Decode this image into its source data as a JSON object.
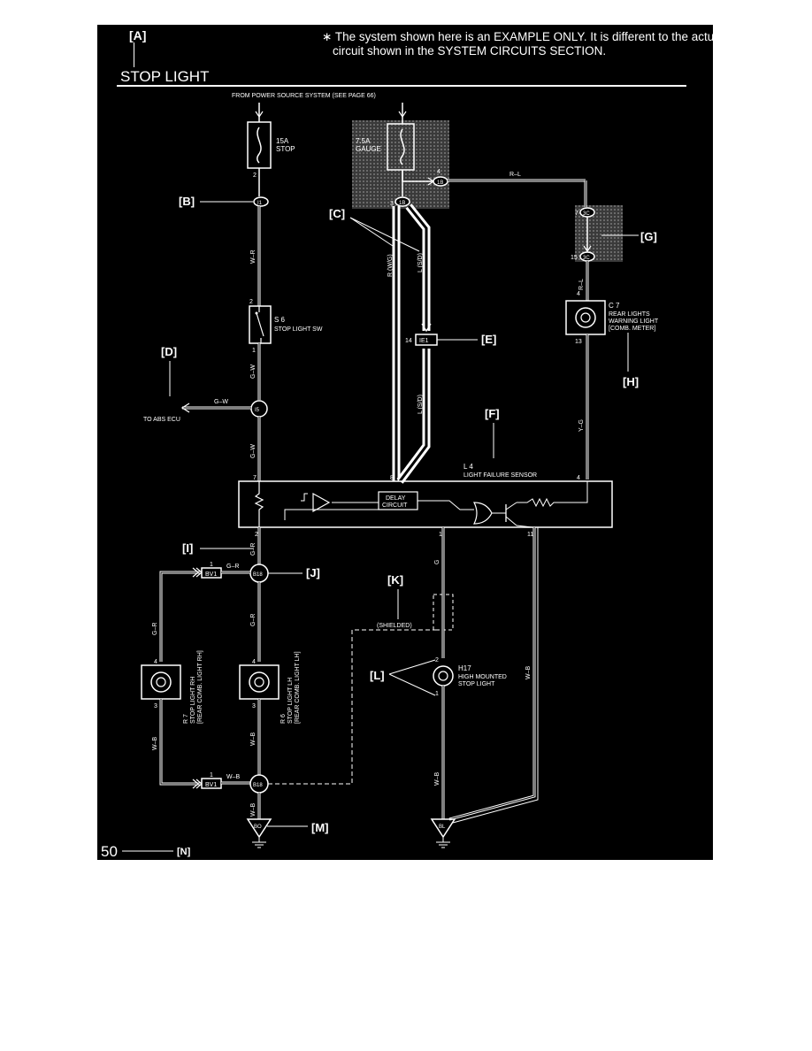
{
  "header": {
    "callout": "[A]",
    "note_line1": "∗ The system shown here is an EXAMPLE ONLY. It is different to the actual",
    "note_line2": "circuit shown in the SYSTEM CIRCUITS SECTION.",
    "title": "STOP LIGHT"
  },
  "colors": {
    "background": "#000000",
    "line": "#ffffff",
    "fuse_shade": "#4a4a4a"
  },
  "power_source": "FROM POWER SOURCE SYSTEM (SEE PAGE 66)",
  "fuses": [
    {
      "amps": "15A",
      "name": "STOP",
      "pin": "2"
    },
    {
      "amps": "7.5A",
      "name": "GAUGE"
    }
  ],
  "callouts": {
    "b": "[B]",
    "c": "[C]",
    "d": "[D]",
    "e": "[E]",
    "f": "[F]",
    "g": "[G]",
    "h": "[H]",
    "i": "[I]",
    "j": "[J]",
    "k": "[K]",
    "l": "[L]",
    "m": "[M]",
    "n": "[N]"
  },
  "connectors": {
    "ic1": "I1",
    "ib1": "1B",
    "ib2": "1B",
    "c3a": "3C",
    "c3b": "3C",
    "ie1": "IE1",
    "i5": "I5",
    "bv1a": "BV1",
    "bv1b": "BV1",
    "b18a": "B18",
    "b18b": "B18",
    "bo": "BO",
    "bl": "BL"
  },
  "pins": {
    "p4_1b": "4",
    "p3_1b": "3",
    "p7_3c": "7",
    "p15_3c": "15",
    "p2_sw": "2",
    "p1_sw": "1",
    "p14_ie1": "14",
    "p4_c7": "4",
    "p13_c7": "13",
    "p7_l4": "7",
    "p8_l4": "8",
    "p4_l4": "4",
    "p2_l4": "2",
    "p1_l4": "1",
    "p11_l4": "11",
    "p1_bv1a": "1",
    "p1_bv1b": "1",
    "p4_r7": "4",
    "p3_r7": "3",
    "p4_r6": "4",
    "p3_r6": "3",
    "p2_h17": "2",
    "p1_h17": "1"
  },
  "wires": {
    "wr": "W–R",
    "gw1": "G–W",
    "gw2": "G–W",
    "gw3": "G–W",
    "rwg": "R (W/G)",
    "lsd1": "L (S/D)",
    "lsd2": "L (S/D)",
    "rl1": "R–L",
    "rl2": "R–L",
    "yg": "Y–G",
    "gr1": "G–R",
    "gr2": "G–R",
    "gr3": "G–R",
    "gr4": "G–R",
    "g": "G",
    "wb1": "W–B",
    "wb2": "W–B",
    "wb3": "W–B",
    "wb4": "W–B",
    "wb5": "W–B",
    "wb6": "W–B"
  },
  "components": {
    "s6_code": "S 6",
    "s6_name": "STOP LIGHT SW",
    "c7_code": "C 7",
    "c7_name1": "REAR LIGHTS",
    "c7_name2": "WARNING LIGHT",
    "c7_name3": "[COMB. METER]",
    "l4_code": "L 4",
    "l4_name": "LIGHT FAILURE SENSOR",
    "delay1": "DELAY",
    "delay2": "CIRCUIT",
    "r7_code": "R 7",
    "r7_name1": "STOP LIGHT RH",
    "r7_name2": "[REAR COMB. LIGHT RH]",
    "r6_code": "R 6",
    "r6_name1": "STOP LIGHT LH",
    "r6_name2": "[REAR COMB. LIGHT LH]",
    "h17_code": "H17",
    "h17_name1": "HIGH MOUNTED",
    "h17_name2": "STOP LIGHT",
    "abs": "TO ABS ECU",
    "shielded": "(SHIELDED)"
  },
  "footer": {
    "page_number": "50"
  }
}
